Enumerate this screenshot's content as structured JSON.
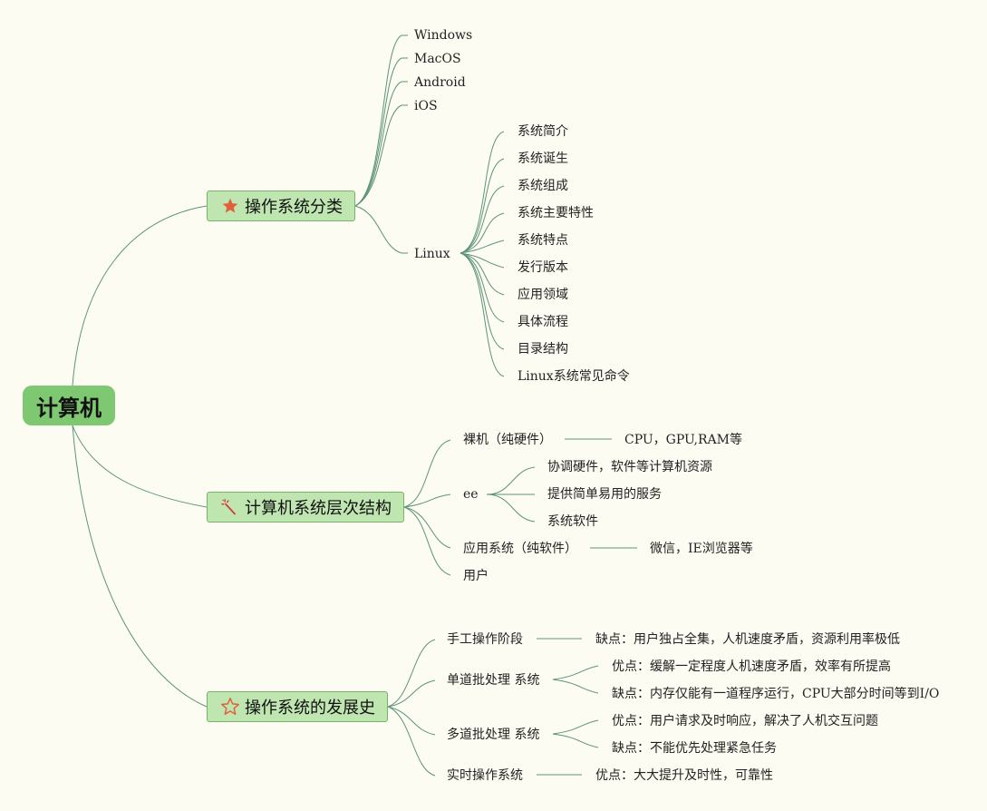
{
  "root": {
    "label": "计算机"
  },
  "branch1": {
    "label": "操作系统分类",
    "icon": "star-filled-icon",
    "children": {
      "windows": "Windows",
      "macos": "MacOS",
      "android": "Android",
      "ios": "iOS",
      "linux": "Linux"
    },
    "linux_children": [
      "系统简介",
      "系统诞生",
      "系统组成",
      "系统主要特性",
      "系统特点",
      "发行版本",
      "应用领域",
      "具体流程",
      "目录结构",
      "Linux系统常见命令"
    ]
  },
  "branch2": {
    "label": "计算机系统层次结构",
    "icon": "magic-wand-icon",
    "children": {
      "bare": "裸机（纯硬件）",
      "bare_detail": "CPU，GPU,RAM等",
      "ee": "ee",
      "ee_children": [
        "协调硬件，软件等计算机资源",
        "提供简单易用的服务",
        "系统软件"
      ],
      "app": "应用系统（纯软件）",
      "app_detail": "微信，IE浏览器等",
      "user": "用户"
    }
  },
  "branch3": {
    "label": "操作系统的发展史",
    "icon": "star-outline-icon",
    "children": {
      "manual": "手工操作阶段",
      "manual_detail": "缺点：用户独占全集，人机速度矛盾，资源利用率极低",
      "single": "单道批处理 系统",
      "single_pro": "优点：缓解一定程度人机速度矛盾，效率有所提高",
      "single_con": "缺点：内存仅能有一道程序运行，CPU大部分时间等到I/O",
      "multi": "多道批处理 系统",
      "multi_pro": "优点：用户请求及时响应，解决了人机交互问题",
      "multi_con": "缺点：不能优先处理紧急任务",
      "realtime": "实时操作系统",
      "realtime_detail": "优点：大大提升及时性，可靠性"
    }
  },
  "colors": {
    "line": "#5d9478",
    "root_fill": "#7fc872",
    "node_fill": "#bfe5b0",
    "node_border": "#7ab36b",
    "star": "#e0603a"
  }
}
